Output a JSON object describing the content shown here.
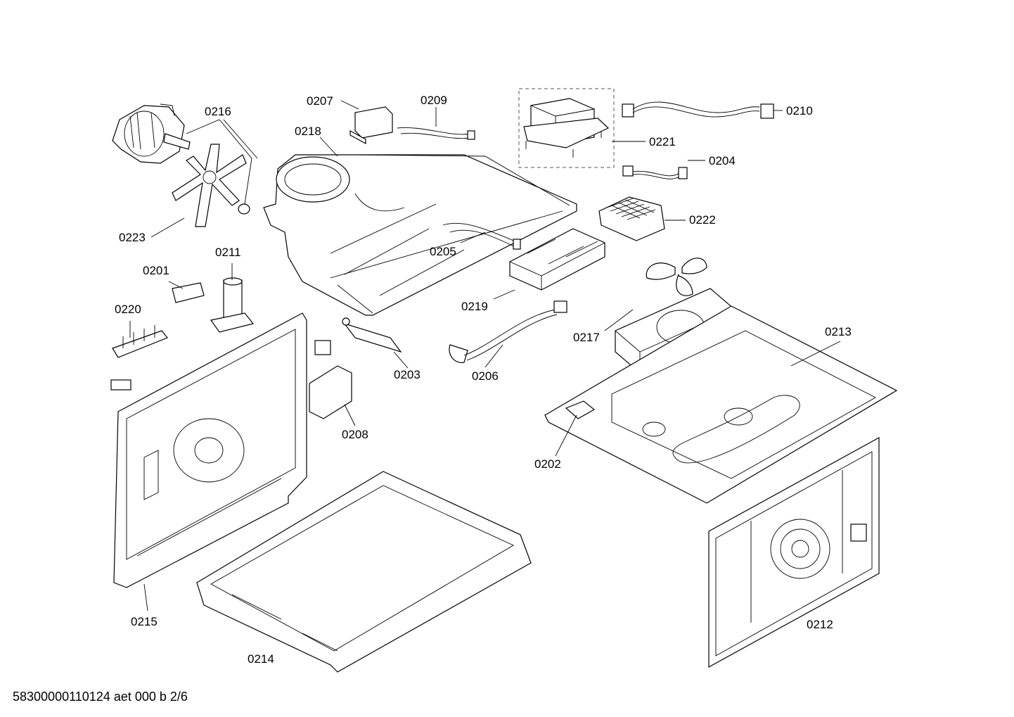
{
  "diagram": {
    "labels": {
      "l0216": "0216",
      "l0207": "0207",
      "l0209": "0209",
      "l0218": "0218",
      "l0210": "0210",
      "l0221": "0221",
      "l0204": "0204",
      "l0222": "0222",
      "l0223": "0223",
      "l0211": "0211",
      "l0205": "0205",
      "l0201": "0201",
      "l0219": "0219",
      "l0220": "0220",
      "l0217": "0217",
      "l0213": "0213",
      "l0203": "0203",
      "l0206": "0206",
      "l0208": "0208",
      "l0202": "0202",
      "l0215": "0215",
      "l0212": "0212",
      "l0214": "0214"
    },
    "footer": "58300000110124 aet 000 b 2/6"
  }
}
